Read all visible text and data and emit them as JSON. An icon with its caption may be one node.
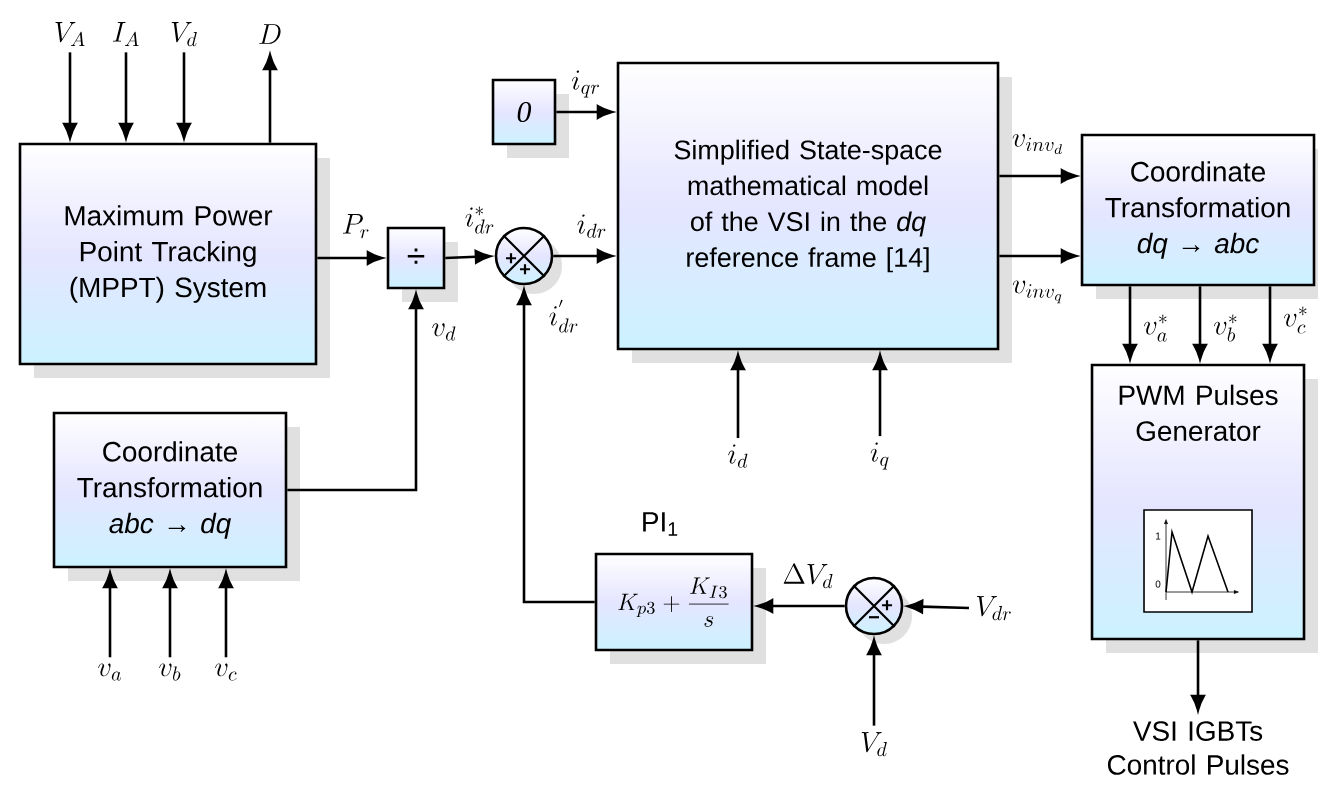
{
  "diagram": {
    "nodes": [
      {
        "text": [
          "V_{A}"
        ]
      },
      {
        "text": [
          "I_{A}"
        ]
      },
      {
        "text": [
          "V_{d}"
        ]
      },
      {
        "text": [
          "D"
        ]
      },
      {
        "text": [
          "Maximum Power Point Tracking (MPPT) System"
        ]
      },
      {
        "text": [
          "0"
        ]
      },
      {
        "text": [
          "Simplified State-space mathematical model of the VSI in the *dq* reference frame [14]"
        ]
      },
      {
        "text": [
          "÷"
        ]
      },
      {
        "text": [
          "+",
          "+"
        ]
      },
      {
        "text": [
          "Coordinate Transformation",
          "dq → abc"
        ]
      },
      {
        "text": [
          "PWM Pulses Generator"
        ]
      },
      {
        "text": [
          "Coordinate Transformation",
          "abc → dq"
        ]
      },
      {
        "text": [
          "K_{p3}+\\frac{K_{I3}}{s}"
        ],
        "beside": [
          "PI$_{1}$"
        ]
      },
      {
        "text": [
          "+",
          "−"
        ]
      },
      {
        "text": [
          "V_{dr}"
        ]
      },
      {
        "text": [
          "i_{d}"
        ]
      },
      {
        "text": [
          "i_{q}"
        ]
      },
      {
        "text": [
          "v_{a}"
        ]
      },
      {
        "text": [
          "v_{b}"
        ]
      },
      {
        "text": [
          "v_{c}"
        ]
      },
      {
        "text": [
          "V_{d}"
        ]
      },
      {
        "text": [
          "VSI IGBTs Control Pulses"
        ]
      }
    ],
    "edges": [
      {
        "from": 0,
        "to": 4,
        "arrow": "to"
      },
      {
        "from": 1,
        "to": 4,
        "arrow": "to"
      },
      {
        "from": 2,
        "to": 4,
        "arrow": "to"
      },
      {
        "from": 4,
        "to": 3,
        "arrow": "to"
      },
      {
        "from": 4,
        "to": 7,
        "arrow": "to",
        "label": "P_{r}"
      },
      {
        "from": 7,
        "to": 8,
        "arrow": "to",
        "label": "i_{dr}^{*}"
      },
      {
        "from": 11,
        "to": 7,
        "arrow": "to",
        "label": "v_{d}"
      },
      {
        "from": 8,
        "to": 6,
        "arrow": "to",
        "label": "i_{dr}"
      },
      {
        "from": 12,
        "to": 8,
        "arrow": "to",
        "label": "i_{dr}^{'}"
      },
      {
        "from": 5,
        "to": 6,
        "arrow": "to",
        "label": "i_{qr}"
      },
      {
        "from": 15,
        "to": 6,
        "arrow": "to"
      },
      {
        "from": 16,
        "to": 6,
        "arrow": "to"
      },
      {
        "from": 6,
        "to": 9,
        "arrow": "to",
        "label": "v_{inv_{d}}"
      },
      {
        "from": 6,
        "to": 9,
        "arrow": "to",
        "label": "v_{inv_{q}}"
      },
      {
        "from": 9,
        "to": 10,
        "arrow": "to",
        "label": "v_{a}^{*}"
      },
      {
        "from": 9,
        "to": 10,
        "arrow": "to",
        "label": "v_{b}^{*}"
      },
      {
        "from": 9,
        "to": 10,
        "arrow": "to",
        "label": "v_{c}^{*}"
      },
      {
        "from": 10,
        "to": 21,
        "arrow": "to"
      },
      {
        "from": 17,
        "to": 11,
        "arrow": "to"
      },
      {
        "from": 18,
        "to": 11,
        "arrow": "to"
      },
      {
        "from": 19,
        "to": 11,
        "arrow": "to"
      },
      {
        "from": 13,
        "to": 12,
        "arrow": "to",
        "label": "\\Delta V_{d}"
      },
      {
        "from": 14,
        "to": 13,
        "arrow": "to"
      },
      {
        "from": 20,
        "to": 13,
        "arrow": "to"
      }
    ],
    "labels": [
      "1",
      "0"
    ]
  }
}
